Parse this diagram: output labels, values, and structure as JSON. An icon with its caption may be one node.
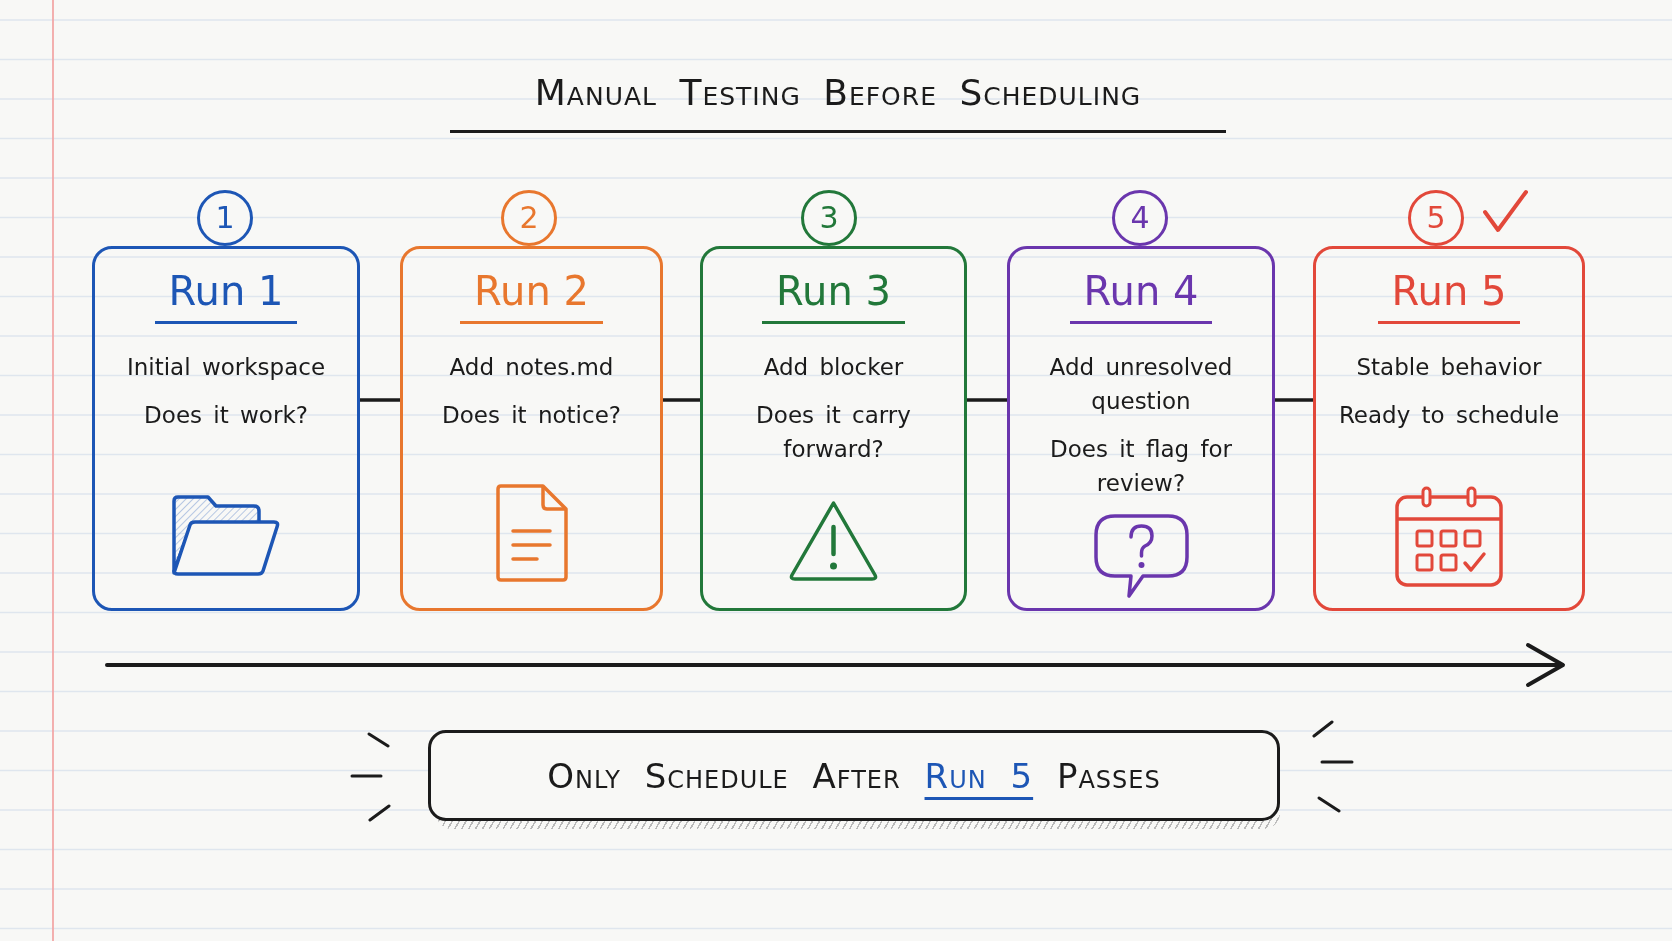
{
  "diagram": {
    "title": "Manual Testing Before Scheduling",
    "nodes": [
      {
        "text": [
          "1"
        ]
      },
      {
        "text": [
          "2"
        ]
      },
      {
        "text": [
          "3"
        ]
      },
      {
        "text": [
          "4"
        ]
      },
      {
        "text": [
          "5"
        ]
      },
      {
        "text": [
          "Run 1",
          "Initial workspace",
          "Does it work?"
        ]
      },
      {
        "text": [
          "Run 2",
          "Add notes.md",
          "Does it notice?"
        ]
      },
      {
        "text": [
          "Run 3",
          "Add blocker",
          "Does it carry forward?"
        ]
      },
      {
        "text": [
          "Run 4",
          "Add unresolved question",
          "Does it flag for review?"
        ]
      },
      {
        "text": [
          "Run 5",
          "Stable behavior",
          "Ready to schedule"
        ]
      },
      {
        "text": [
          "Only Schedule After **Run 5** Passes"
        ]
      }
    ],
    "edges": [
      {
        "from": 5,
        "to": 6,
        "arrow": "none"
      },
      {
        "from": 6,
        "to": 7,
        "arrow": "none"
      },
      {
        "from": 7,
        "to": 8,
        "arrow": "none"
      },
      {
        "from": 8,
        "to": 9,
        "arrow": "none"
      }
    ]
  }
}
